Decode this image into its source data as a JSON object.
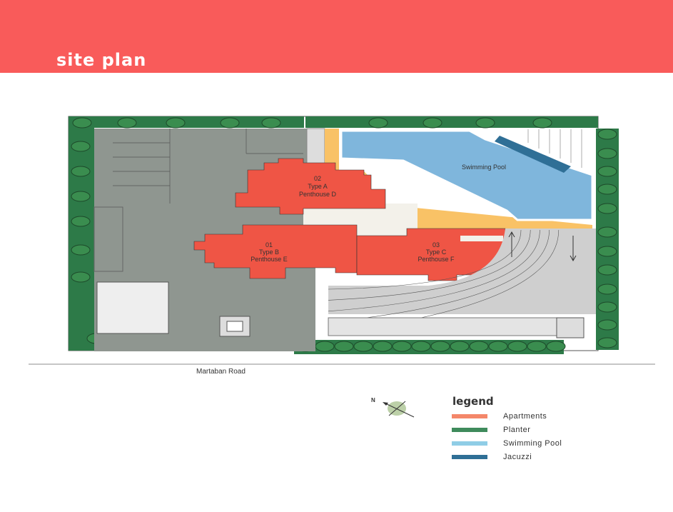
{
  "header": {
    "title": "site plan"
  },
  "plan": {
    "road_label": "Martaban Road",
    "buildings": [
      {
        "number": "02",
        "type": "Type A",
        "penthouse": "Penthouse D"
      },
      {
        "number": "01",
        "type": "Type B",
        "penthouse": "Penthouse E"
      },
      {
        "number": "03",
        "type": "Type C",
        "penthouse": "Penthouse F"
      }
    ],
    "pool_label": "Swimming Pool",
    "north_label": "N"
  },
  "legend": {
    "title": "legend",
    "items": [
      {
        "label": "Apartments",
        "color": "#f4876a"
      },
      {
        "label": "Planter",
        "color": "#3f8b5c"
      },
      {
        "label": "Swimming Pool",
        "color": "#8fcde6"
      },
      {
        "label": "Jacuzzi",
        "color": "#2f6f96"
      }
    ]
  },
  "colors": {
    "header": "#f95b5a",
    "apartment": "#ef5545",
    "pool": "#7fb6dc",
    "deck": "#f9c266",
    "paving": "#8f9690",
    "planter": "#2d7a48"
  }
}
